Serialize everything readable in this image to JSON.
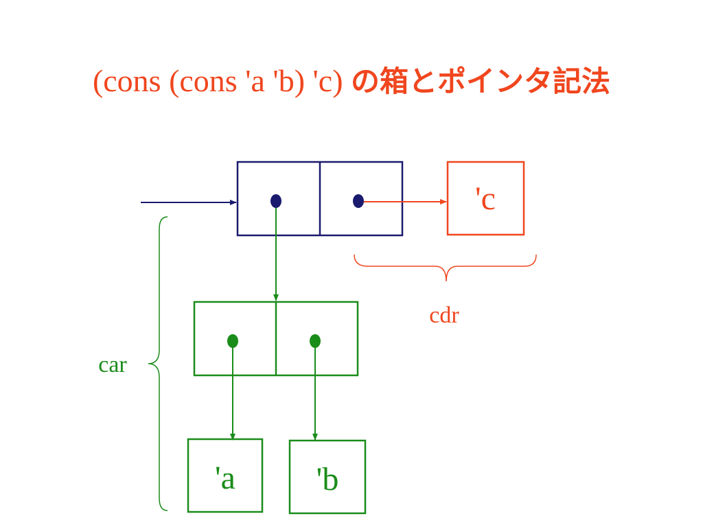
{
  "title": {
    "code": "(cons (cons 'a 'b) 'c)",
    "jp": "の箱とポインタ記法"
  },
  "atoms": {
    "c": "'c",
    "a": "'a",
    "b": "'b"
  },
  "labels": {
    "car": "car",
    "cdr": "cdr"
  },
  "colors": {
    "title": "#f0461e",
    "outer_cell": "#1a1a6e",
    "inner_cell": "#1a8c1a",
    "cdr": "#f0461e",
    "car": "#1a8c1a"
  }
}
